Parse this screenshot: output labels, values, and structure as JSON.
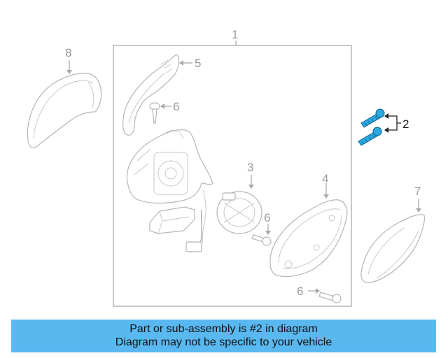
{
  "diagram": {
    "callouts": {
      "c1": "1",
      "c2": "2",
      "c3": "3",
      "c4": "4",
      "c5": "5",
      "c6a": "6",
      "c6b": "6",
      "c6c": "6",
      "c7": "7",
      "c8": "8"
    },
    "highlight_color": "#2aa8e0",
    "highlighted_part": "2"
  },
  "banner": {
    "line1": "Part or sub-assembly is #2 in diagram",
    "line2": "Diagram may not be specific to your vehicle",
    "background": "#5ab8f0"
  }
}
